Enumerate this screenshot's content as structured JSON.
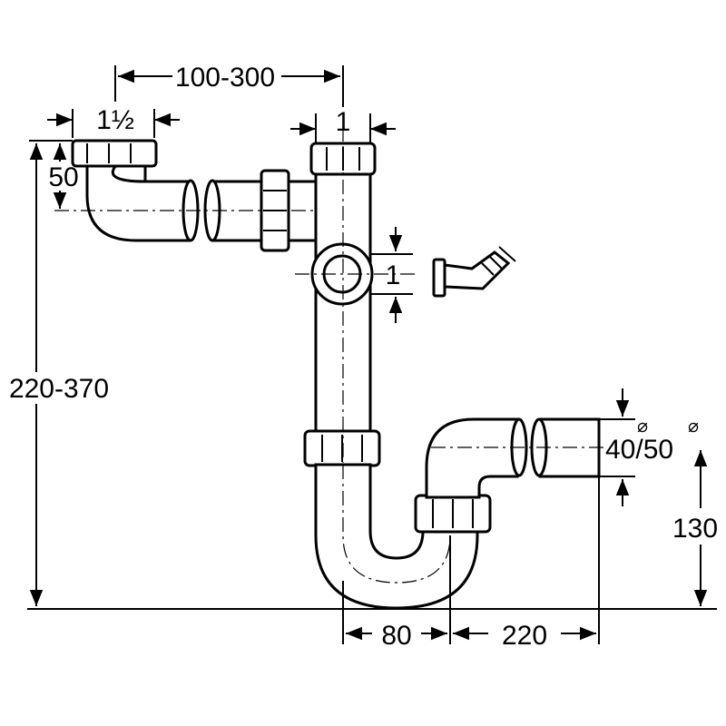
{
  "dimensions": {
    "offset_range": "100-300",
    "inlet_size": "1½",
    "inlet_drop": "50",
    "outlet_top": "1",
    "branch_size": "1",
    "overall_height": "220-370",
    "outlet_diameter": "40/50",
    "outlet_diameter_mark": "⌀",
    "outlet_height": "130",
    "trap_width": "80",
    "outlet_length": "220"
  }
}
